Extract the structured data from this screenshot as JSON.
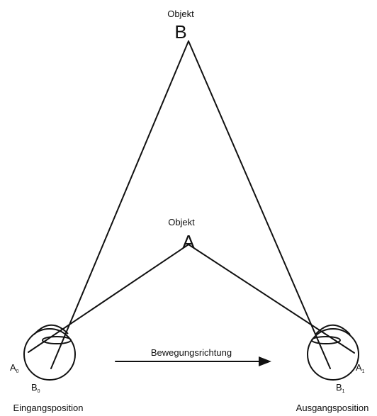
{
  "objects": {
    "b": {
      "caption": "Objekt",
      "letter": "B"
    },
    "a": {
      "caption": "Objekt",
      "letter": "A"
    }
  },
  "left_eye": {
    "point_a": {
      "letter": "A",
      "sub": "0"
    },
    "point_b": {
      "letter": "B",
      "sub": "0"
    },
    "caption": "Eingangsposition"
  },
  "right_eye": {
    "point_a": {
      "letter": "A",
      "sub": "1"
    },
    "point_b": {
      "letter": "B",
      "sub": "1"
    },
    "caption": "Ausgangsposition"
  },
  "movement": {
    "label": "Bewegungsrichtung"
  }
}
